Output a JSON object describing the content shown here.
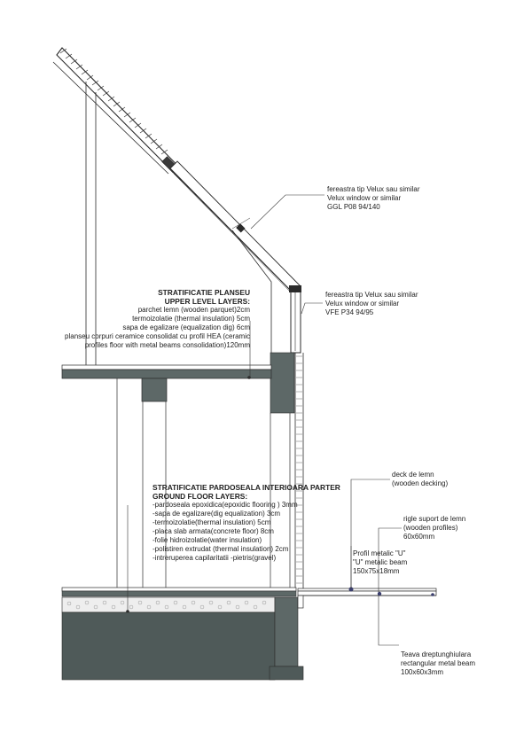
{
  "velux_ggl": {
    "line1": "fereastra tip Velux sau  similar",
    "line2": "Velux window or  similar",
    "line3": "GGL P08 94/140"
  },
  "velux_vfe": {
    "line1": "fereastra tip Velux sau  similar",
    "line2": "Velux window or  similar",
    "line3": "VFE P34 94/95"
  },
  "upper_floor": {
    "title_ro": "STRATIFICATIE PLANSEU",
    "title_en": "UPPER LEVEL LAYERS:",
    "layers": [
      "parchet lemn (wooden parquet)2cm",
      "termoizolatie (thermal  insulation) 5cm",
      "sapa de egalizare (equalization dig) 6cm",
      "planseu corpuri ceramice consolidat cu profil HEA (ceramic",
      "profiles  floor with  metal beams consolidation)120mm"
    ]
  },
  "ground_floor": {
    "title_ro": "STRATIFICATIE PARDOSEALA INTERIOARA PARTER",
    "title_en": "GROUND  FLOOR LAYERS:",
    "layers": [
      "-pardoseala epoxidica(epoxidic  flooring ) 3mm",
      "-sapa de egalizare(dig equalization)  3cm",
      "-termoizolatie(thermal insulation)  5cm",
      "-placa slab armata(concrete floor) 8cm",
      "-folie hidroizolatie(water insulation)",
      "-polistiren extrudat (thermal insulation) 2cm",
      "-intreruperea  capilaritatii -pietris(gravel)"
    ]
  },
  "deck": {
    "line1": "deck de lemn",
    "line2": "(wooden decking)"
  },
  "rigle": {
    "line1": "rigle  suport de lemn",
    "line2": "(wooden profiles)",
    "line3": "60x60mm"
  },
  "u_profile": {
    "line1": "Profil metalic \"U\"",
    "line2": "\"U\" metalic  beam",
    "line3": "150x75x18mm"
  },
  "teava": {
    "line1": "Teava dreptunghiulara",
    "line2": "rectangular  metal beam",
    "line3": "100x60x3mm"
  },
  "colors": {
    "concrete": "#4f5a59",
    "slab_fill": "#5d6867",
    "line": "#2b2b2b",
    "leader": "#333333",
    "gravel_fill": "#eeeeee",
    "deck_blue": "#3b3f6e"
  }
}
